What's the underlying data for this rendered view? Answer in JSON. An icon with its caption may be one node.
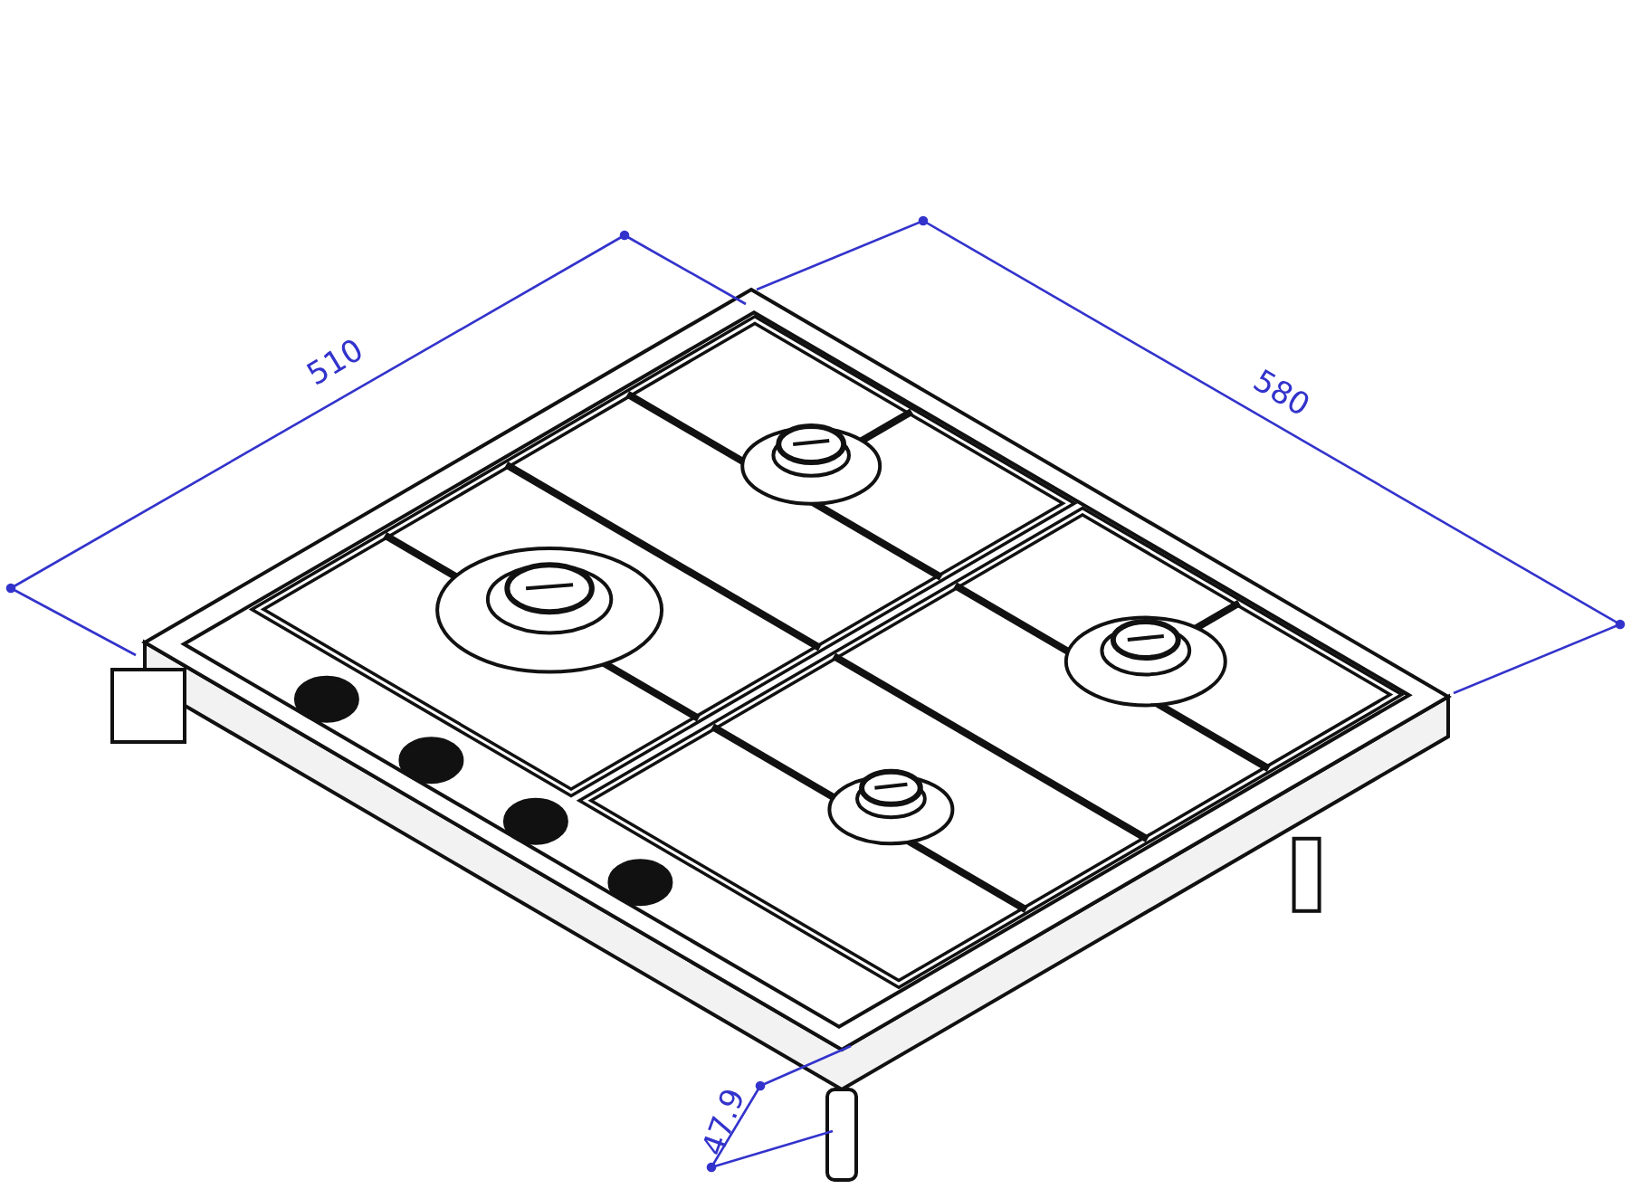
{
  "diagram": {
    "labels": [
      "510",
      "580",
      "47.9"
    ]
  }
}
